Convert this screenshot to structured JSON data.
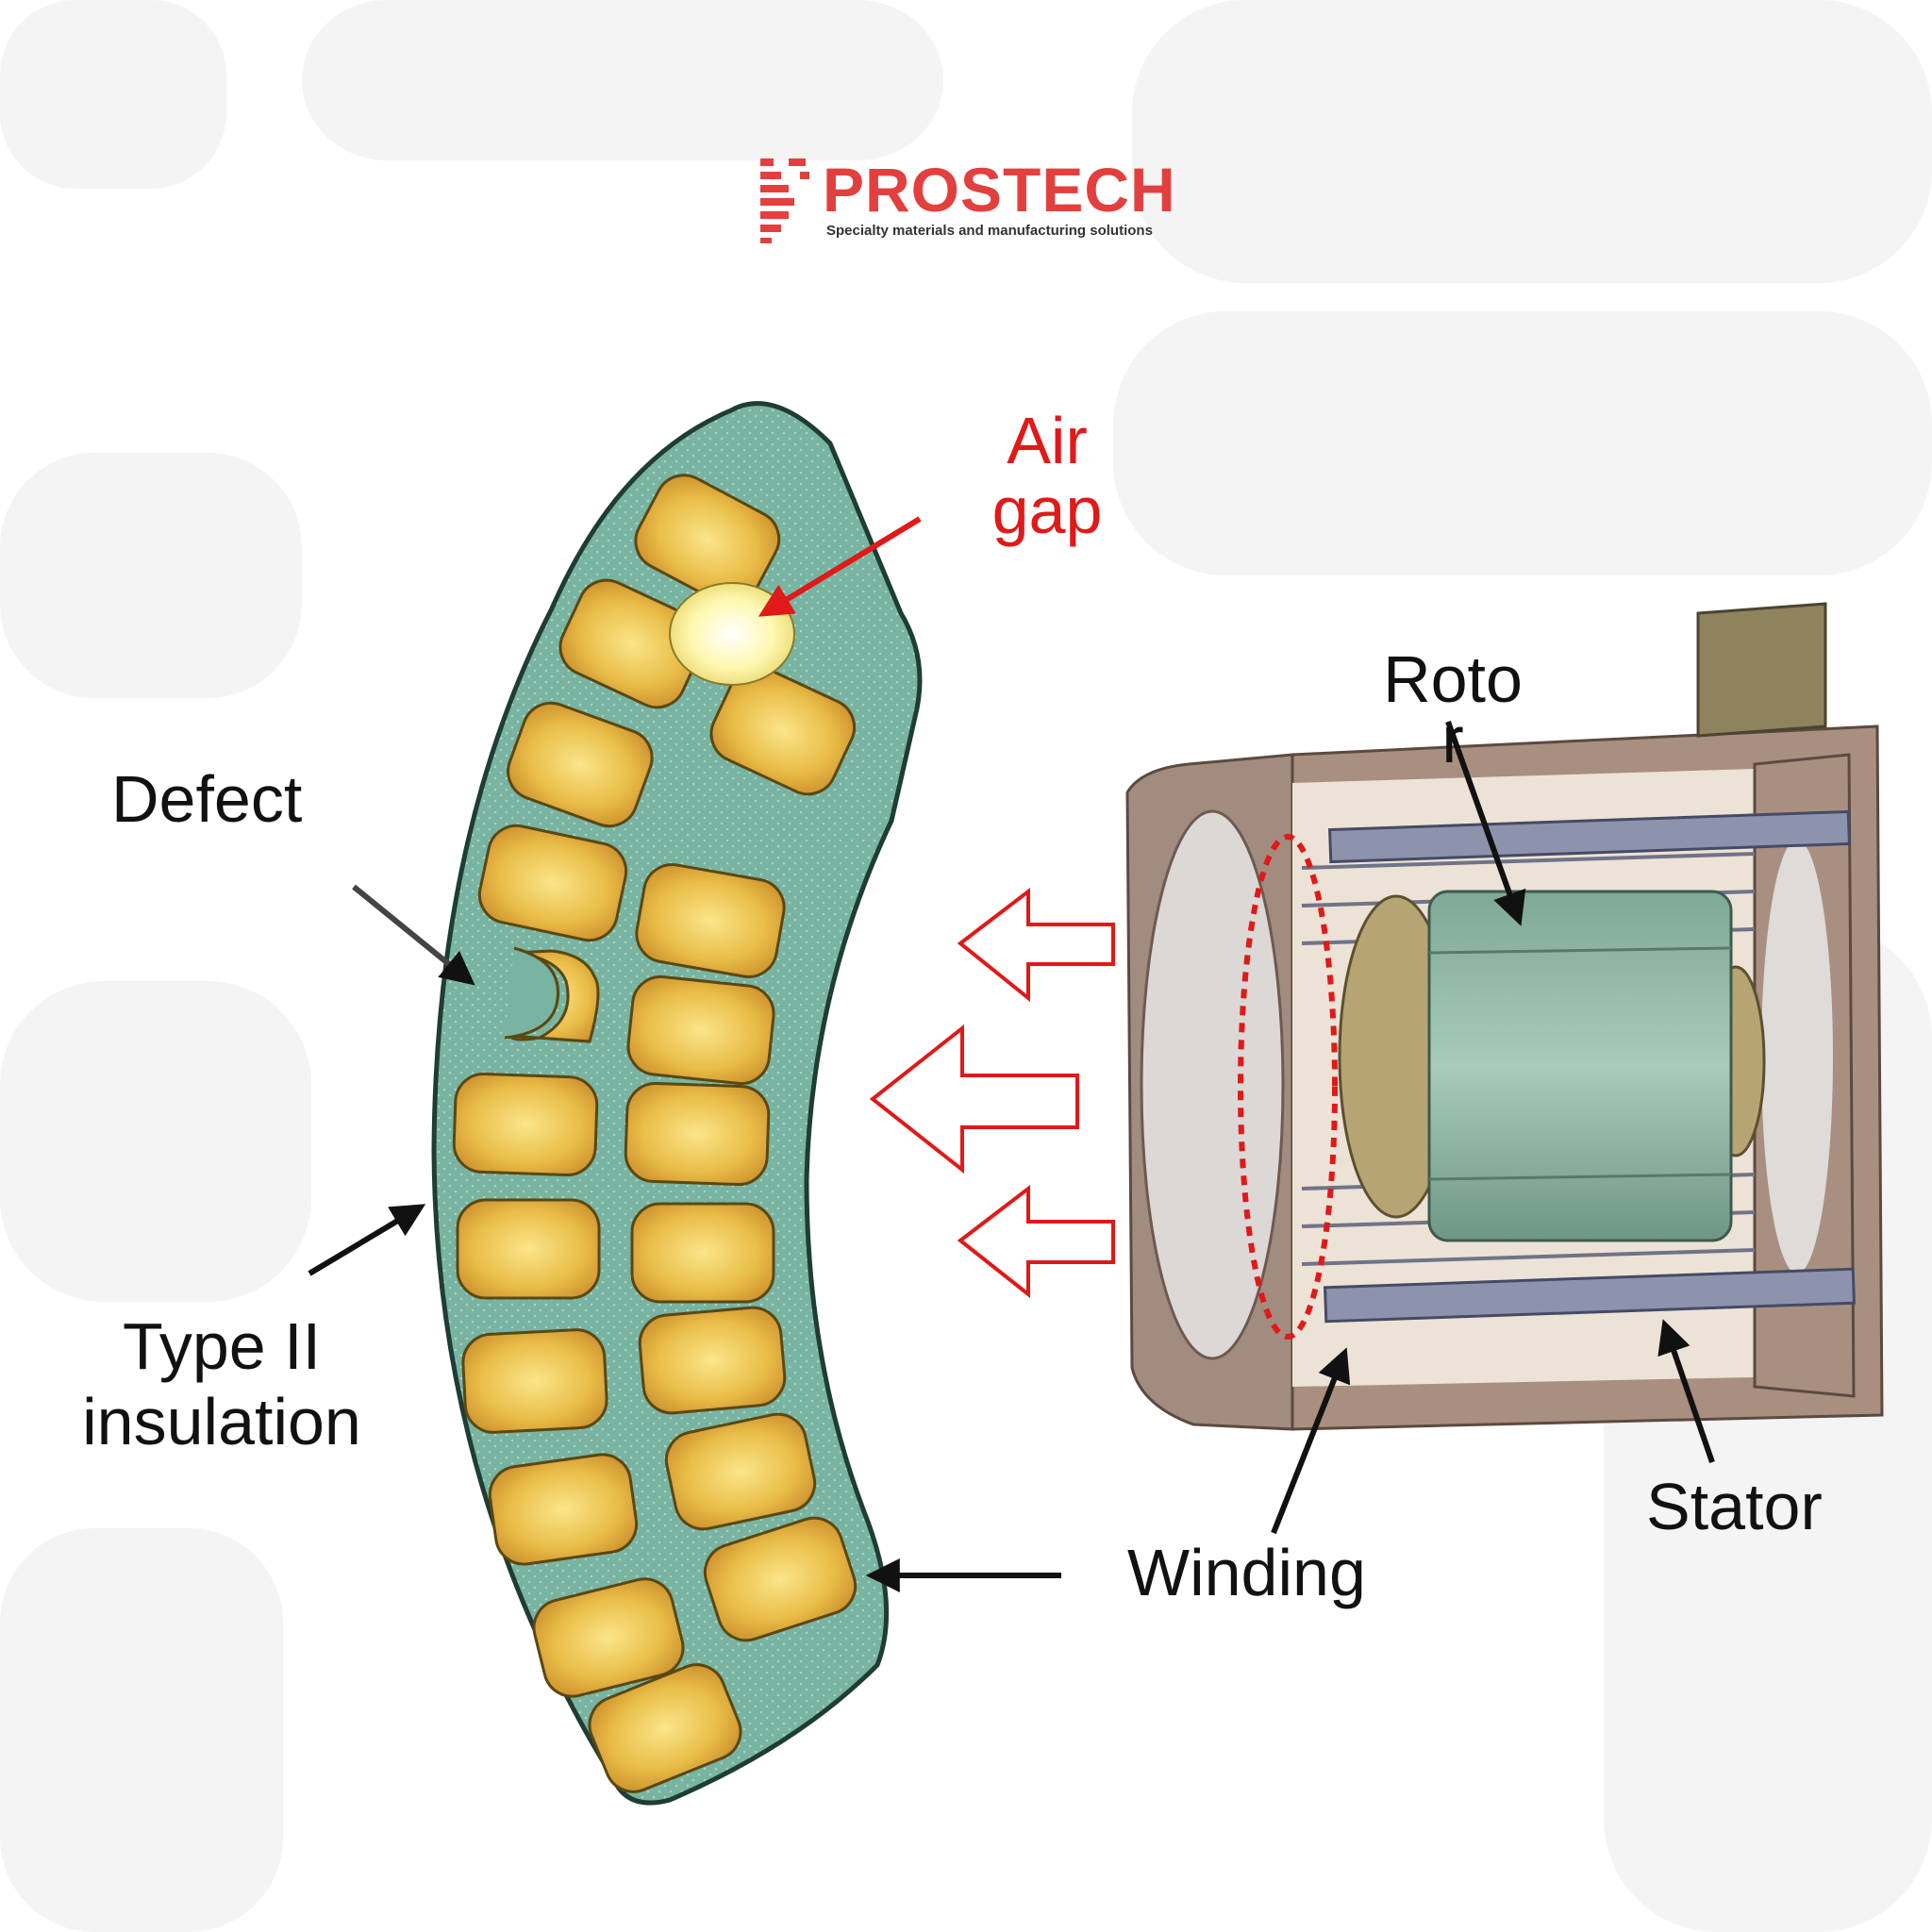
{
  "brand": {
    "name": "PROSTECH",
    "tagline": "Specialty materials and manufacturing solutions",
    "color": "#e2403e"
  },
  "labels": {
    "air_gap": [
      "Air",
      "gap"
    ],
    "defect": "Defect",
    "type_ii_insulation": [
      "Type II",
      "insulation"
    ],
    "rotor": [
      "Roto",
      "r"
    ],
    "stator": "Stator",
    "winding": "Winding"
  },
  "colors": {
    "insulation": "#77b3a0",
    "conductor": "#e8bb45",
    "air_gap": "#fff6a6",
    "accent_red": "#e01919",
    "housing": "#a18a7c"
  }
}
